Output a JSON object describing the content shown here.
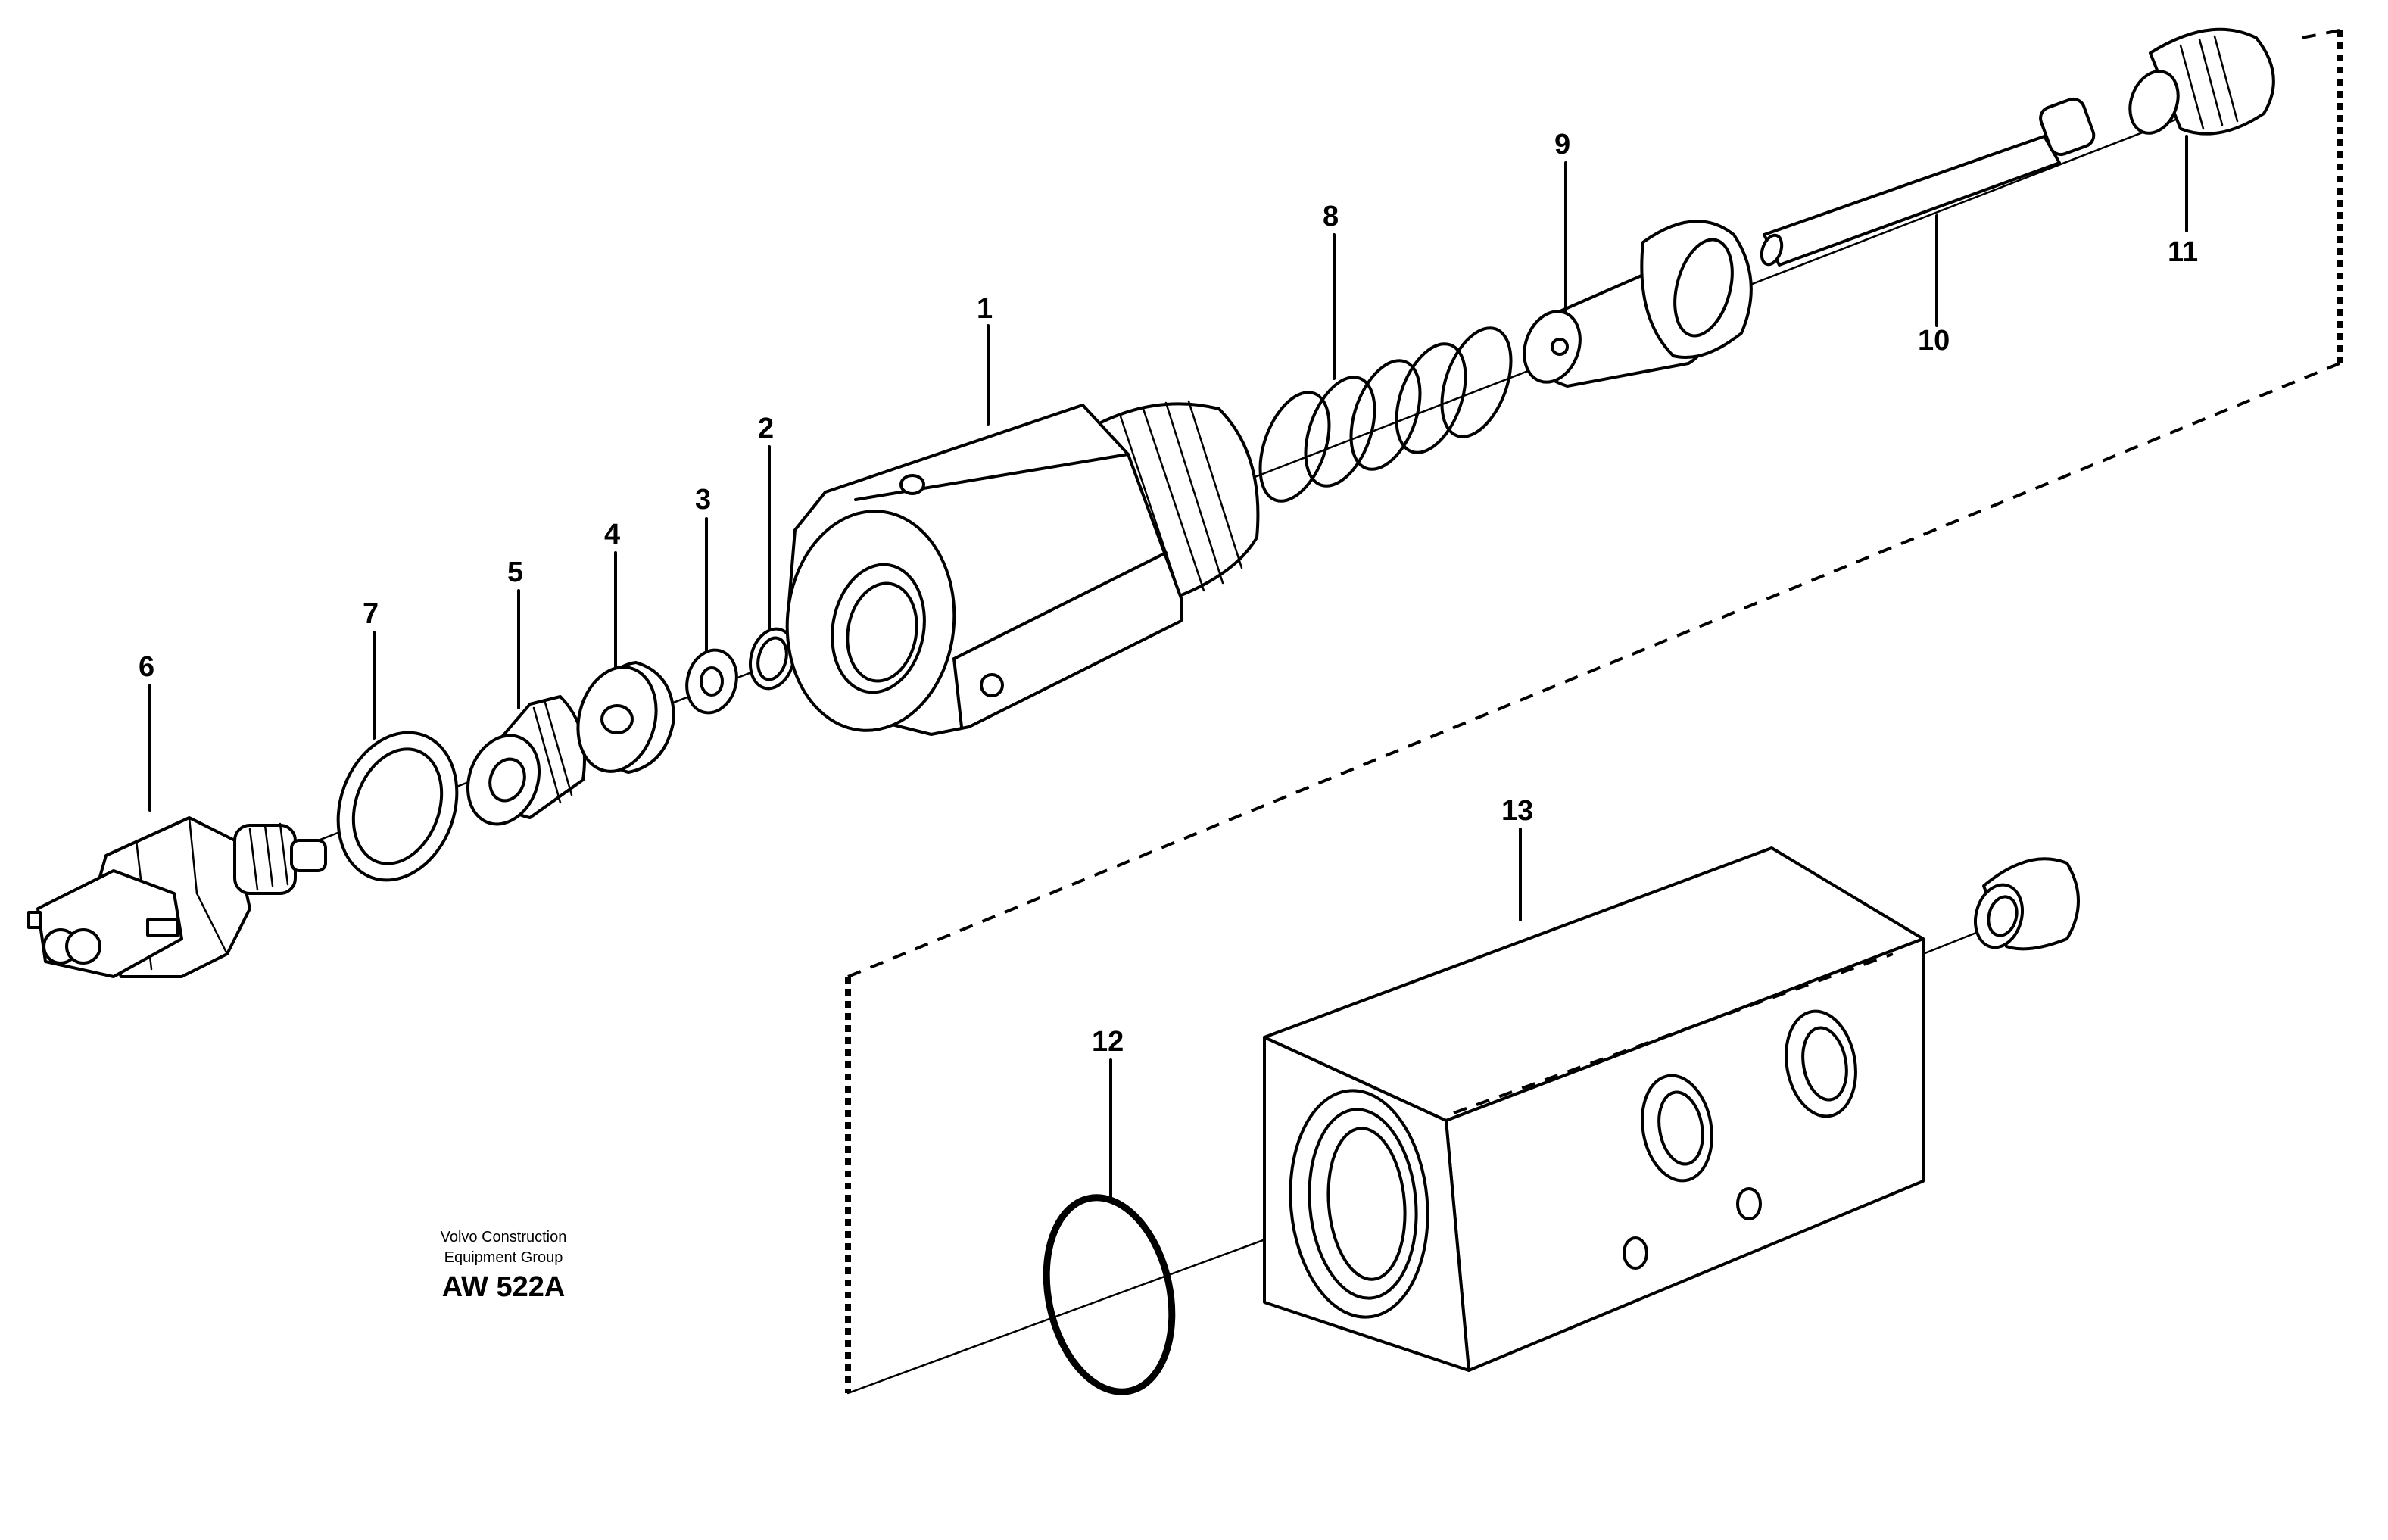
{
  "diagram": {
    "callouts": [
      "1",
      "2",
      "3",
      "4",
      "5",
      "6",
      "7",
      "8",
      "9",
      "10",
      "11",
      "12",
      "13"
    ],
    "caption": {
      "line1": "Volvo Construction",
      "line2": "Equipment Group",
      "code": "AW 522A"
    }
  }
}
